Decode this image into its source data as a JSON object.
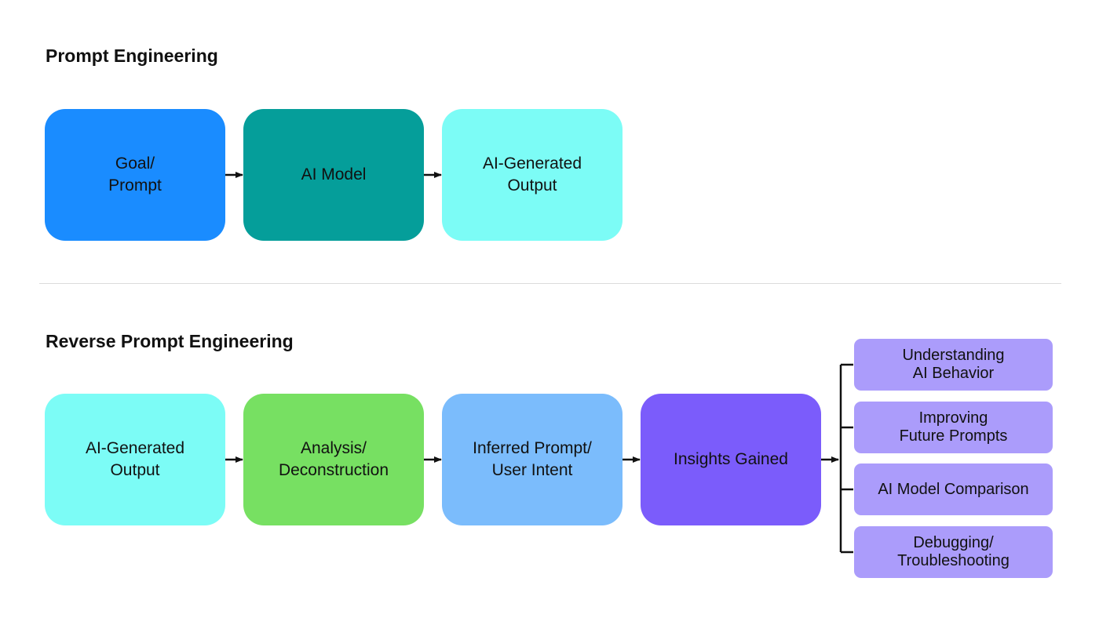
{
  "colors": {
    "goal_prompt": "#1a8cff",
    "ai_model": "#059e9a",
    "ai_generated_output": "#7cfcf6",
    "analysis": "#77e062",
    "inferred_prompt": "#7bbcfc",
    "insights_gained": "#7b5cfb",
    "outcome": "#ab9cfb",
    "connector": "#111111",
    "divider": "#dcdcdc"
  },
  "prompt_engineering": {
    "title": "Prompt Engineering",
    "steps": [
      {
        "label": "Goal/\nPrompt"
      },
      {
        "label": "AI Model"
      },
      {
        "label": "AI-Generated\nOutput"
      }
    ]
  },
  "reverse_prompt_engineering": {
    "title": "Reverse Prompt Engineering",
    "steps": [
      {
        "label": "AI-Generated\nOutput"
      },
      {
        "label": "Analysis/\nDeconstruction"
      },
      {
        "label": "Inferred Prompt/\nUser Intent"
      },
      {
        "label": "Insights Gained"
      }
    ],
    "outcomes": [
      {
        "label": "Understanding\nAI Behavior"
      },
      {
        "label": "Improving\nFuture Prompts"
      },
      {
        "label": "AI Model Comparison"
      },
      {
        "label": "Debugging/\nTroubleshooting"
      }
    ]
  }
}
